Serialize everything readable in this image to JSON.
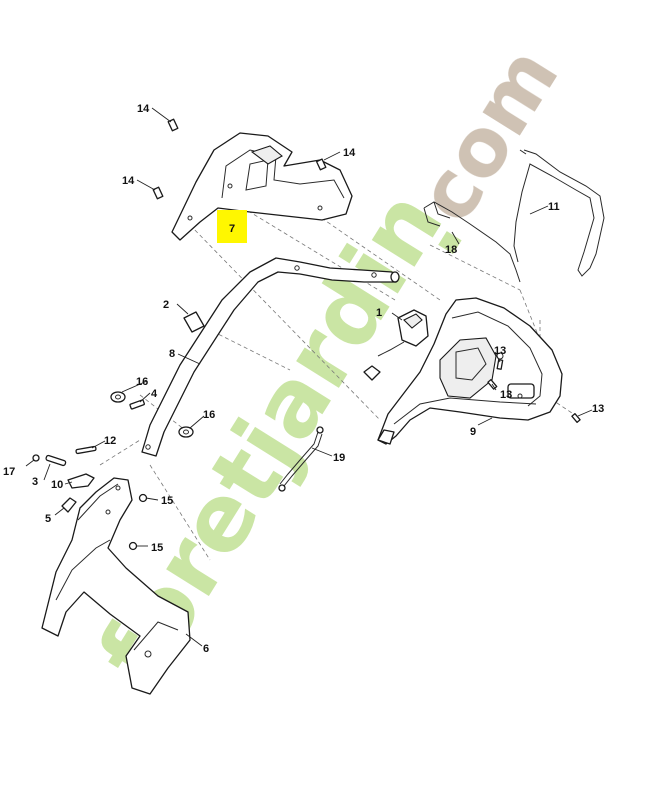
{
  "diagram": {
    "highlighted_part": "7",
    "callouts": {
      "p1": "1",
      "p2": "2",
      "p3": "3",
      "p4": "4",
      "p5": "5",
      "p6": "6",
      "p8": "8",
      "p9": "9",
      "p10": "10",
      "p11": "11",
      "p12": "12",
      "p13a": "13",
      "p13b": "13",
      "p13c": "13",
      "p14a": "14",
      "p14b": "14",
      "p14c": "14",
      "p15a": "15",
      "p15b": "15",
      "p16a": "16",
      "p16b": "16",
      "p17": "17",
      "p18": "18",
      "p19": "19"
    }
  },
  "watermark": {
    "text_main": "foretjardin",
    "text_dot": ".",
    "text_tld": "com",
    "colors": {
      "green": "#c8e4a0",
      "orange": "#f6c27a",
      "grey": "#cdbfb0"
    }
  },
  "colors": {
    "highlight": "#fff700",
    "line": "#1a1a1a"
  }
}
